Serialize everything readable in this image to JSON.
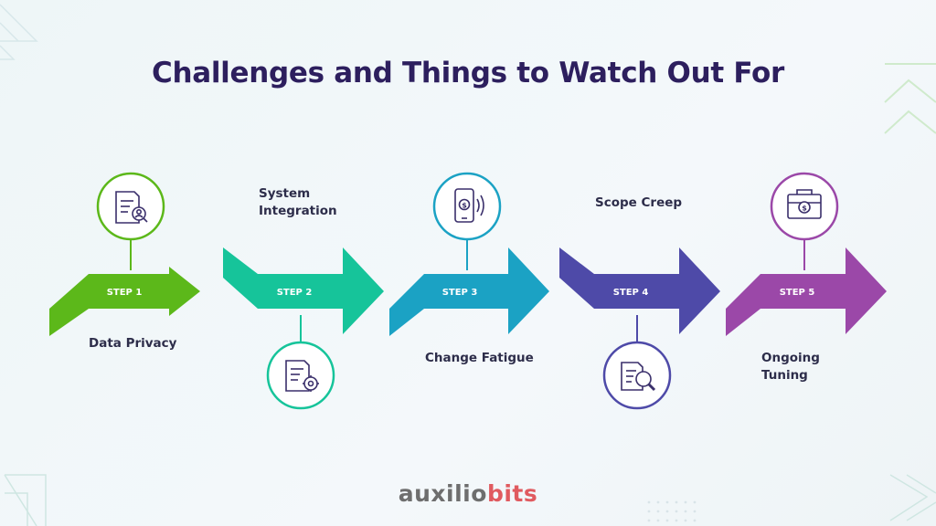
{
  "title": "Challenges and Things to Watch Out For",
  "steps": [
    {
      "tag": "STEP 1",
      "label": "Data Privacy",
      "color": "#5cb81a",
      "icon": "document-user-icon"
    },
    {
      "tag": "STEP 2",
      "label": "System Integration",
      "color": "#16c49a",
      "icon": "document-gear-icon"
    },
    {
      "tag": "STEP 3",
      "label": "Change Fatigue",
      "color": "#1ba2c4",
      "icon": "mobile-payment-icon"
    },
    {
      "tag": "STEP 4",
      "label": "Scope Creep",
      "color": "#4e4aa8",
      "icon": "document-search-icon"
    },
    {
      "tag": "STEP 5",
      "label": "Ongoing Tuning",
      "color": "#9b48a8",
      "icon": "briefcase-dollar-icon"
    }
  ],
  "logo": {
    "part1": "auxilio",
    "part2": "bits"
  }
}
